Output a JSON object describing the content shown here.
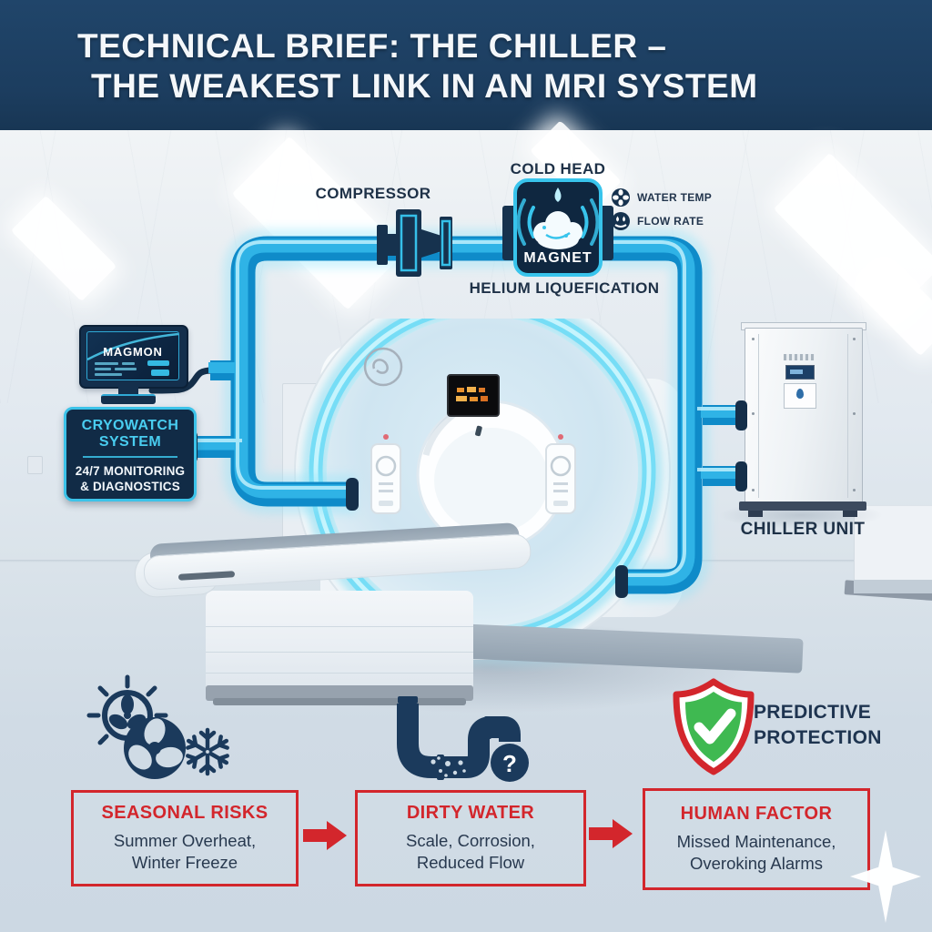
{
  "header": {
    "title_line1": "TECHNICAL BRIEF: THE CHILLER –",
    "title_line2": "THE WEAKEST LINK IN AN MRI SYSTEM"
  },
  "diagram": {
    "compressor_label": "COMPRESSOR",
    "cold_head_label": "COLD HEAD",
    "magnet_label": "MAGNET",
    "helium_label": "HELIUM LIQUEFICATION",
    "water_temp_label": "WATER TEMP",
    "flow_rate_label": "FLOW RATE",
    "monitor_name": "MAGMON",
    "cryowatch_title_line1": "CRYOWATCH",
    "cryowatch_title_line2": "SYSTEM",
    "cryowatch_sub_line1": "24/7 MONITORING",
    "cryowatch_sub_line2": "& DIAGNOSTICS",
    "chiller_label": "CHILLER UNIT"
  },
  "protection": {
    "line1": "PREDICTIVE",
    "line2": "PROTECTION"
  },
  "pipe_icon": {
    "question_mark": "?"
  },
  "risk_boxes": [
    {
      "title": "SEASONAL RISKS",
      "line1": "Summer Overheat,",
      "line2": "Winter Freeze"
    },
    {
      "title": "DIRTY WATER",
      "line1": "Scale, Corrosion,",
      "line2": "Reduced Flow"
    },
    {
      "title": "HUMAN FACTOR",
      "line1": "Missed Maintenance,",
      "line2": "Overoking Alarms"
    }
  ],
  "icons": {
    "cold_head_badge": "helium-splash-icon",
    "water_temp": "temperature-fan-gauge-icon",
    "flow_rate": "flow-droplet-gauge-icon",
    "seasonal": [
      "sun-fan-icon",
      "fan-disc-icon",
      "snowflake-icon"
    ],
    "dirty_water": "clogged-pipe-question-icon",
    "protection": "shield-check-icon",
    "flow_arrows": "red-arrow-right-icon",
    "sparkle": "sparkle-icon"
  },
  "colors": {
    "header_bg": "#1c3d5f",
    "pipe_main": "#0f8bc9",
    "pipe_light": "#2fb3e6",
    "cyan_accent": "#3cc3e9",
    "navy": "#16324e",
    "label_navy": "#1e3147",
    "red": "#d3262c",
    "green": "#3fb951"
  }
}
